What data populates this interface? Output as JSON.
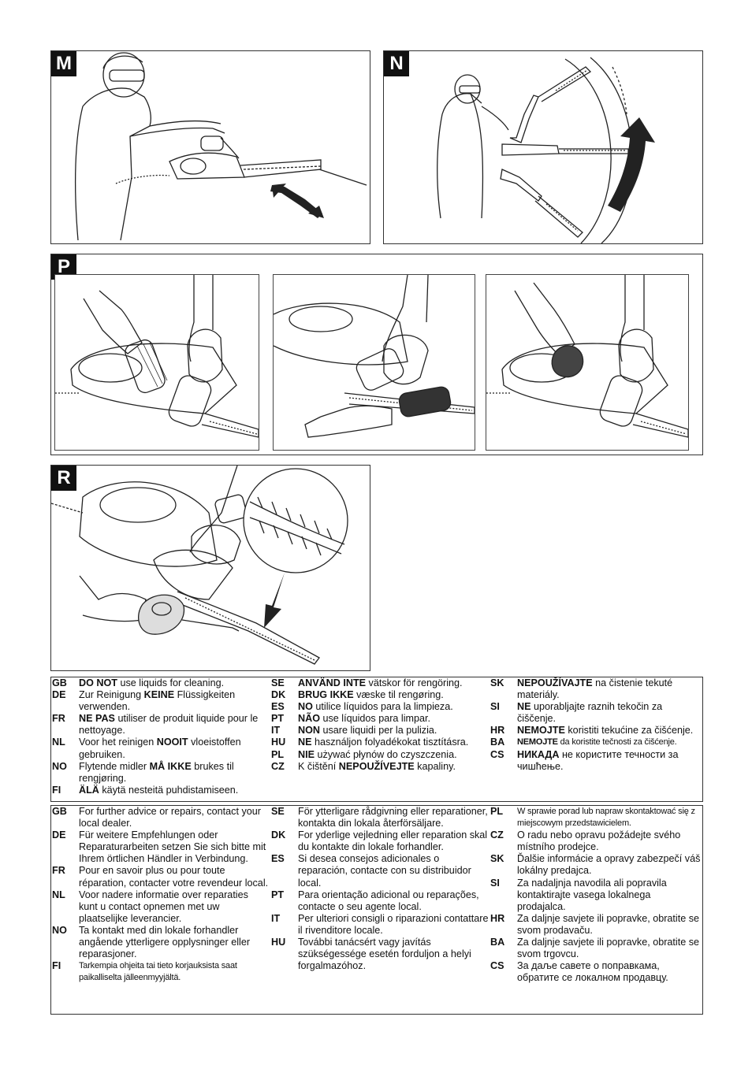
{
  "panels": {
    "m": {
      "label": "M"
    },
    "n": {
      "label": "N"
    },
    "p": {
      "label": "P"
    },
    "r": {
      "label": "R"
    }
  },
  "liquids_table": {
    "col1": [
      {
        "code": "GB",
        "bold": "DO NOT",
        "rest": " use liquids for cleaning."
      },
      {
        "code": "DE",
        "pre": "Zur Reinigung ",
        "bold": "KEINE",
        "rest": " Flüssigkeiten verwenden."
      },
      {
        "code": "FR",
        "bold": "NE PAS",
        "rest": " utiliser de produit liquide pour le nettoyage."
      },
      {
        "code": "NL",
        "pre": "Voor het reinigen ",
        "bold": "NOOIT",
        "rest": " vloeistoffen gebruiken."
      },
      {
        "code": "NO",
        "pre": "Flytende midler ",
        "bold": "MÅ IKKE",
        "rest": " brukes til rengjøring."
      },
      {
        "code": "FI",
        "bold": "ÄLÄ",
        "rest": " käytä nesteitä puhdistamiseen."
      }
    ],
    "col2": [
      {
        "code": "SE",
        "bold": "ANVÄND INTE",
        "rest": " vätskor för rengöring."
      },
      {
        "code": "DK",
        "bold": "BRUG IKKE",
        "rest": " væske til rengøring."
      },
      {
        "code": "ES",
        "bold": "NO",
        "rest": " utilice líquidos para la limpieza."
      },
      {
        "code": "PT",
        "bold": "NÃO",
        "rest": " use líquidos para limpar."
      },
      {
        "code": "IT",
        "bold": "NON",
        "rest": " usare liquidi per la pulizia."
      },
      {
        "code": "HU",
        "bold": "NE",
        "rest": " használjon folyadékokat tisztításra."
      },
      {
        "code": "PL",
        "bold": "NIE",
        "rest": " używać płynów do czyszczenia."
      },
      {
        "code": "CZ",
        "pre": "K čištění ",
        "bold": "NEPOUŽÍVEJTE",
        "rest": " kapaliny."
      }
    ],
    "col3": [
      {
        "code": "SK",
        "bold": "NEPOUŽÍVAJTE",
        "rest": " na čistenie tekuté materiály."
      },
      {
        "code": "SI",
        "bold": "NE",
        "rest": " uporabljajte raznih tekočin za čiščenje."
      },
      {
        "code": "HR",
        "bold": "NEMOJTE",
        "rest": " koristiti tekućine za čišćenje."
      },
      {
        "code": "BA",
        "bold": "NEMOJTE",
        "rest": "  da koristite tečnosti za čišćenje."
      },
      {
        "code": "CS",
        "bold": "НИКАДА",
        "rest": " не користите течности за чишћење."
      }
    ]
  },
  "advice_table": {
    "col1": [
      {
        "code": "GB",
        "text": "For further advice or repairs, contact your local dealer."
      },
      {
        "code": "DE",
        "text": "Für weitere Empfehlungen oder Reparaturarbeiten setzen Sie sich bitte mit Ihrem örtlichen Händler in Verbindung."
      },
      {
        "code": "FR",
        "text": "Pour en savoir plus ou pour toute réparation, contacter votre revendeur local."
      },
      {
        "code": "NL",
        "text": "Voor nadere informatie over reparaties kunt u contact opnemen met uw plaatselijke leverancier."
      },
      {
        "code": "NO",
        "text": "Ta kontakt med din lokale forhandler angående ytterligere opplysninger eller reparasjoner."
      },
      {
        "code": "FI",
        "text": "Tarkempia ohjeita tai tieto korjauksista saat paikalliselta jälleenmyyjältä."
      }
    ],
    "col2": [
      {
        "code": "SE",
        "text": "För ytterligare rådgivning eller reparationer, kontakta din lokala återförsäljare."
      },
      {
        "code": "DK",
        "text": "For yderlige vejledning eller reparation skal du kontakte din lokale forhandler."
      },
      {
        "code": "ES",
        "text": "Si desea consejos adicionales o reparación, contacte con su distribuidor local."
      },
      {
        "code": "PT",
        "text": "Para orientação adicional ou reparações, contacte o seu agente local."
      },
      {
        "code": "IT",
        "text": "Per ulteriori consigli o riparazioni contattare il rivenditore locale."
      },
      {
        "code": "HU",
        "text": "További tanácsért vagy javítás szükségessége esetén forduljon a helyi forgalmazóhoz."
      }
    ],
    "col3": [
      {
        "code": "PL",
        "text": "W sprawie porad lub napraw skontaktować się z miejscowym przedstawicielem."
      },
      {
        "code": "CZ",
        "text": "O radu nebo opravu požádejte svého místního prodejce."
      },
      {
        "code": "SK",
        "text": "Ďalšie informácie a opravy zabezpečí váš lokálny predajca."
      },
      {
        "code": "SI",
        "text": "Za nadaljnja navodila ali popravila kontaktirajte vasega lokalnega prodajalca."
      },
      {
        "code": "HR",
        "text": "Za daljnje savjete ili popravke, obratite se svom prodavaču."
      },
      {
        "code": "BA",
        "text": "Za daljnje savjete ili popravke, obratite se svom trgovcu."
      },
      {
        "code": "CS",
        "text": "За даље савете о поправкама, обратите се локалном продавцу."
      }
    ]
  }
}
